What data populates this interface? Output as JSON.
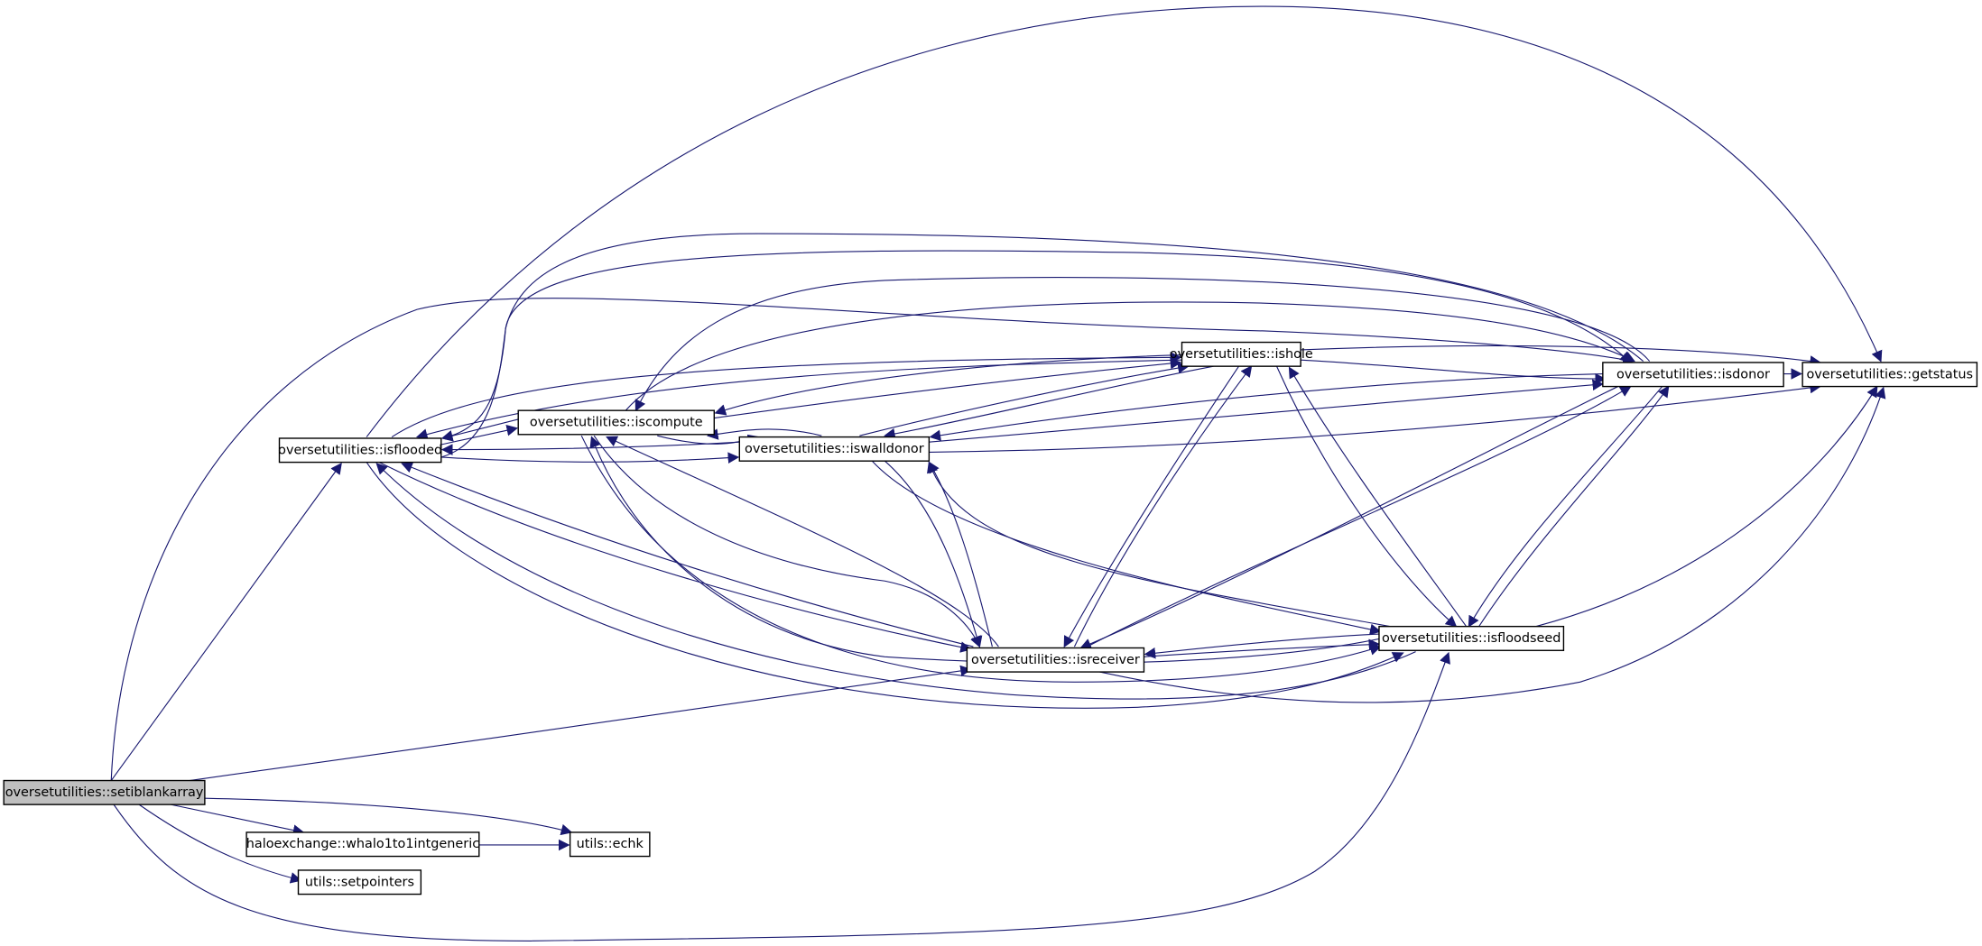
{
  "graph": {
    "edge_color": "#191970",
    "root_fill": "#bfbfbf",
    "nodes": {
      "setiblankarray": "oversetutilities::setiblankarray",
      "isflooded": "oversetutilities::isflooded",
      "iscompute": "oversetutilities::iscompute",
      "iswalldonor": "oversetutilities::iswalldonor",
      "ishole": "oversetutilities::ishole",
      "isreceiver": "oversetutilities::isreceiver",
      "isfloodseed": "oversetutilities::isfloodseed",
      "isdonor": "oversetutilities::isdonor",
      "getstatus": "oversetutilities::getstatus",
      "whalo": "haloexchange::whalo1to1intgeneric",
      "echk": "utils::echk",
      "setpointers": "utils::setpointers"
    }
  }
}
